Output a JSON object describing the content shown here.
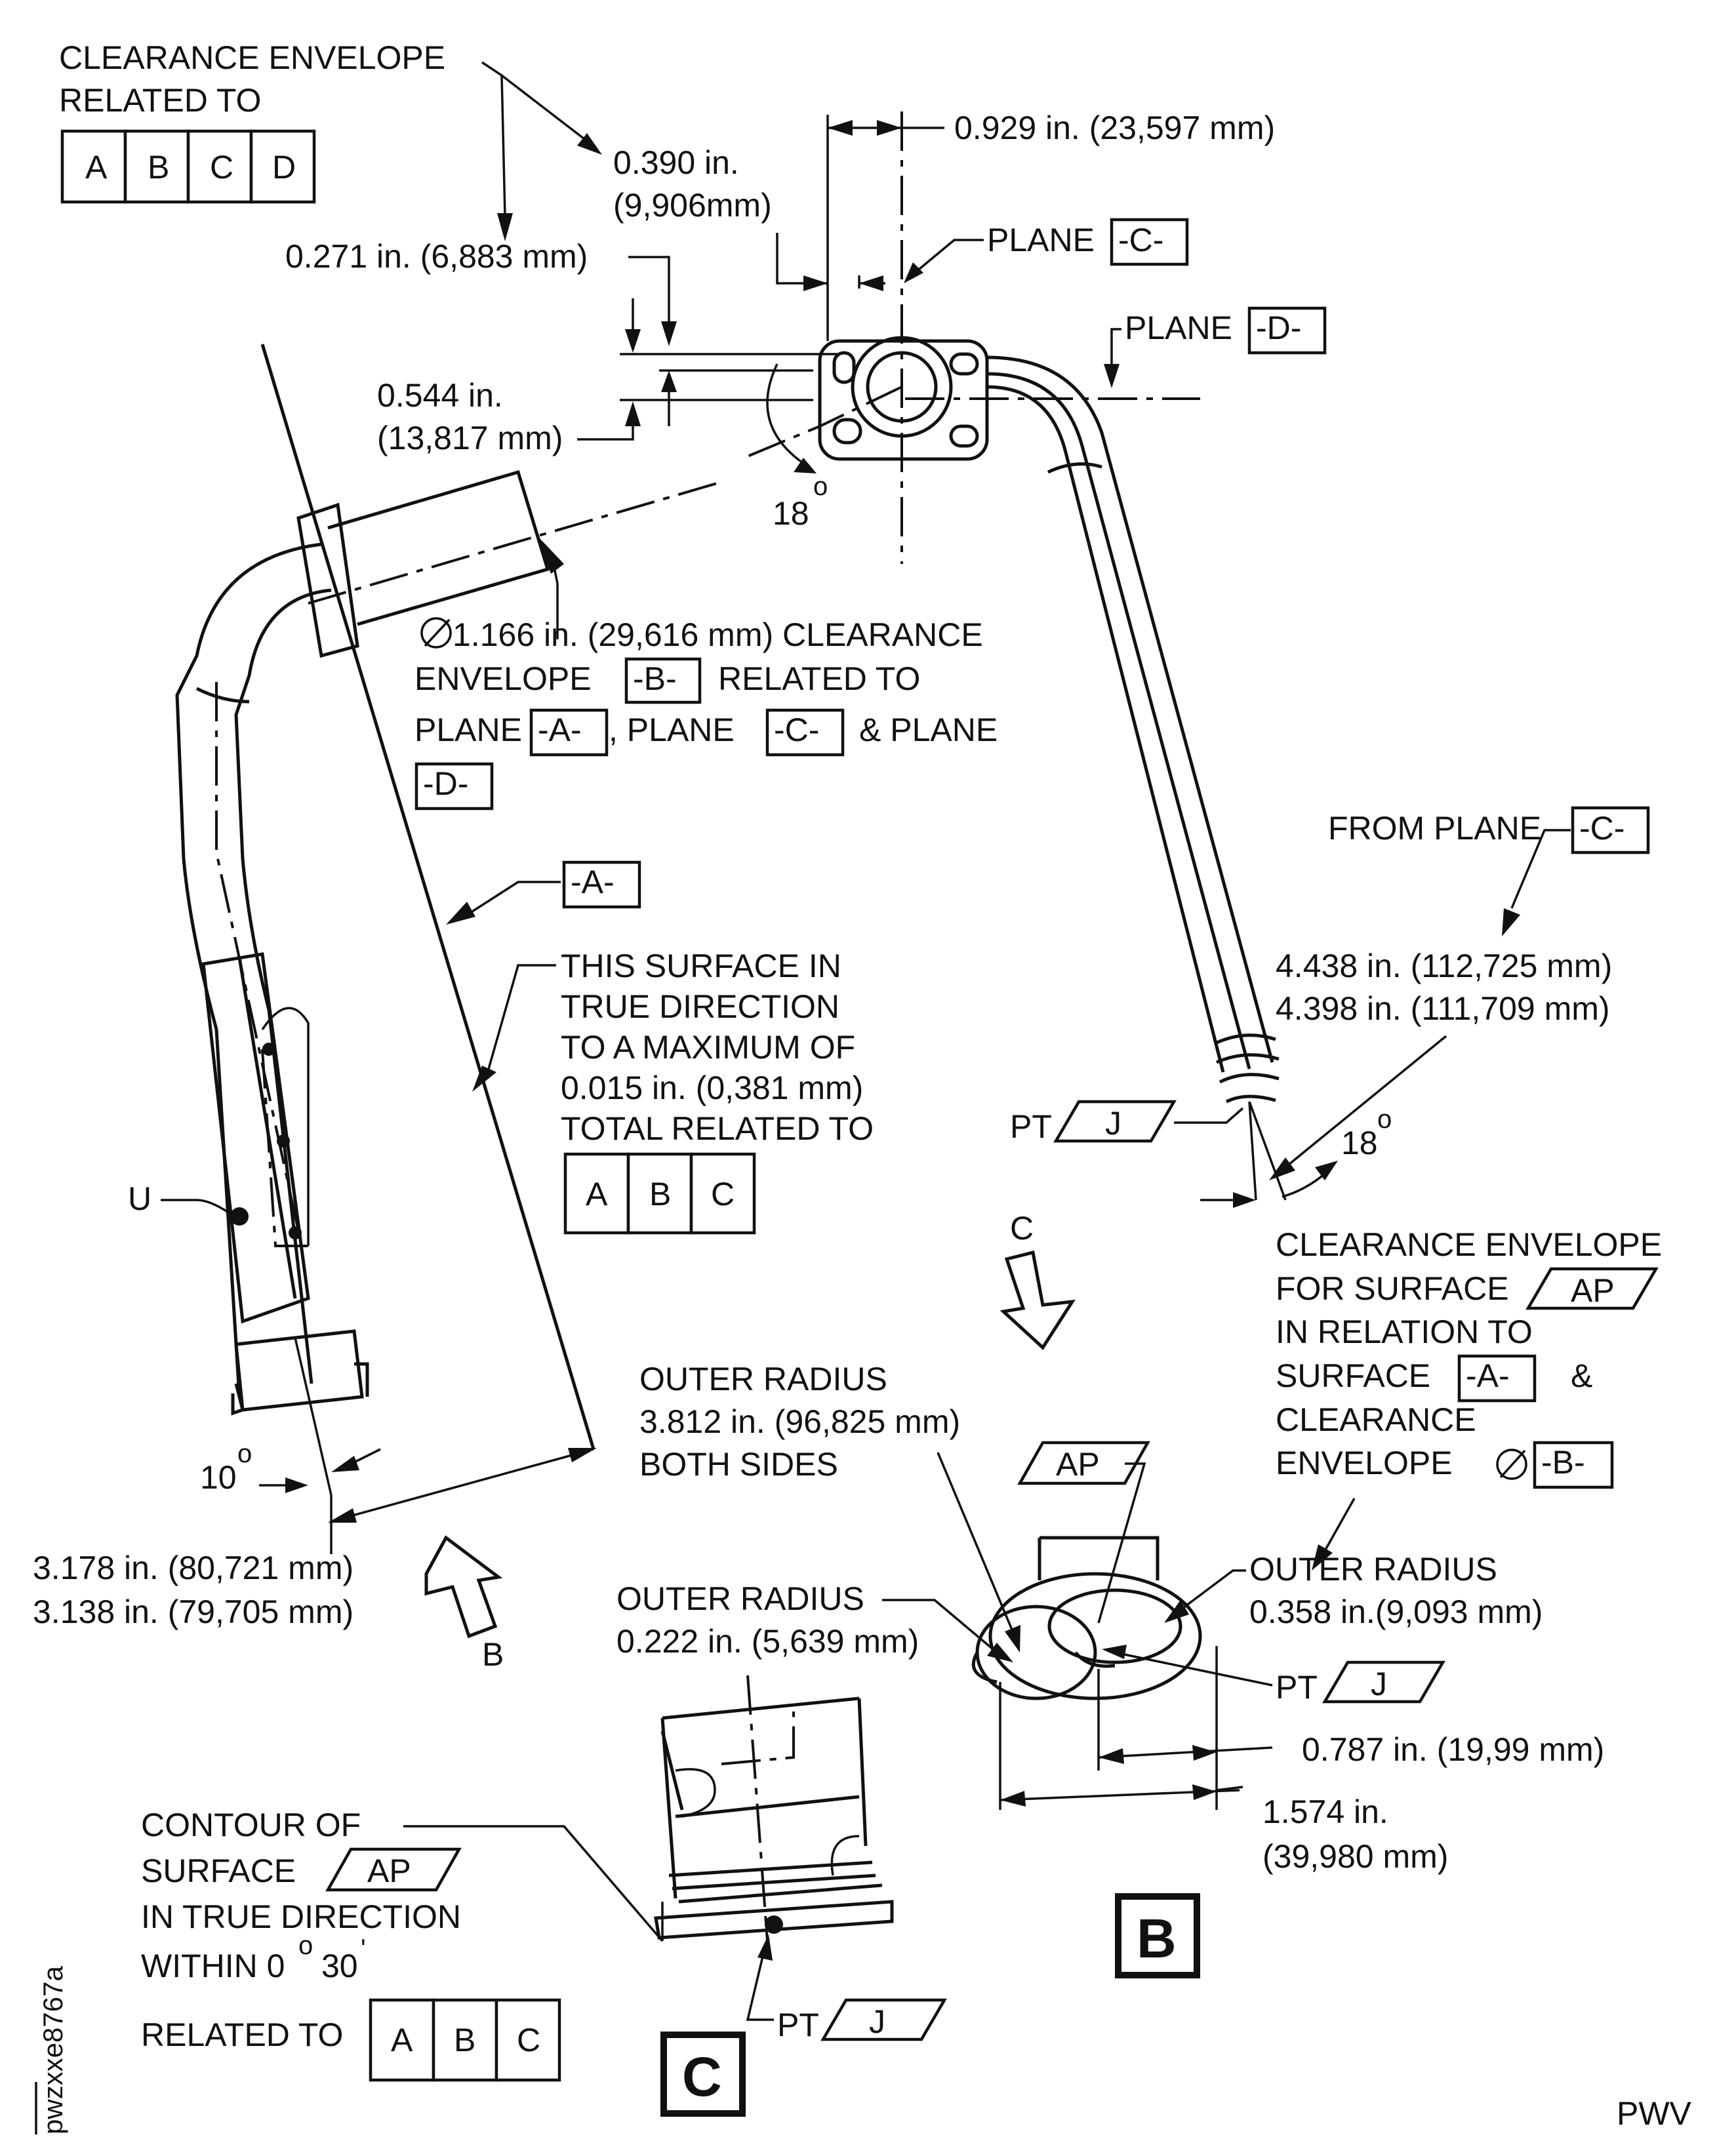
{
  "callouts": {
    "clearance_envelope_top": [
      "CLEARANCE ENVELOPE",
      "RELATED TO"
    ],
    "datum_boxes_top": [
      "A",
      "B",
      "C",
      "D"
    ],
    "dim_0929": "0.929 in. (23,597 mm)",
    "dim_0390": [
      "0.390 in.",
      "(9,906mm)"
    ],
    "plane_c": {
      "label": "PLANE",
      "datum": "-C-"
    },
    "dim_0271": "0.271 in. (6,883 mm)",
    "plane_d": {
      "label": "PLANE",
      "datum": "-D-"
    },
    "dim_0544": [
      "0.544 in.",
      "(13,817 mm)"
    ],
    "angle_18_top": {
      "value": "18",
      "unit": "o"
    },
    "clearance_b": {
      "line1": "1.166 in. (29,616 mm) CLEARANCE",
      "line2_pre": "ENVELOPE",
      "line2_datum": "-B-",
      "line2_post": "RELATED TO",
      "line3_a": "PLANE",
      "datum_a": "-A-",
      "line3_b": ", PLANE",
      "datum_c": "-C-",
      "line3_c": "& PLANE",
      "datum_d": "-D-"
    },
    "datum_a_flag": "-A-",
    "surface_note": [
      "THIS SURFACE IN",
      "TRUE DIRECTION",
      "TO A MAXIMUM OF",
      "0.015 in. (0,381 mm)",
      "TOTAL RELATED TO"
    ],
    "datum_boxes_mid": [
      "A",
      "B",
      "C"
    ],
    "from_plane": {
      "label": "FROM PLANE",
      "datum": "-C-"
    },
    "dim_4438": "4.438 in. (112,725 mm)",
    "dim_4398": "4.398 in. (111,709 mm)",
    "pt_j_right": {
      "label": "PT",
      "value": "J"
    },
    "angle_18_right": {
      "value": "18",
      "unit": "o"
    },
    "u_label": "U",
    "view_c_arrow": "C",
    "clearance_ap": {
      "line1": "CLEARANCE ENVELOPE",
      "line2": "FOR SURFACE",
      "surface": "AP",
      "line3": "IN RELATION TO",
      "line4": "SURFACE",
      "datum_a": "-A-",
      "amp": "&",
      "line5": "CLEARANCE",
      "line6": "ENVELOPE",
      "datum_b": "-B-"
    },
    "outer_radius_3812": [
      "OUTER RADIUS",
      "3.812 in. (96,825 mm)",
      "BOTH SIDES"
    ],
    "ap_label": "AP",
    "angle_10": {
      "value": "10",
      "unit": "o"
    },
    "dim_3178": "3.178 in. (80,721 mm)",
    "dim_3138": "3.138 in. (79,705 mm)",
    "view_b_arrow": "B",
    "outer_radius_0222": [
      "OUTER RADIUS",
      "0.222 in. (5,639 mm)"
    ],
    "outer_radius_0358": [
      "OUTER RADIUS",
      "0.358 in.(9,093 mm)"
    ],
    "pt_j_b": {
      "label": "PT",
      "value": "J"
    },
    "dim_0787": "0.787 in. (19,99 mm)",
    "dim_1574": [
      "1.574 in.",
      "(39,980 mm)"
    ],
    "contour": {
      "line1": "CONTOUR OF",
      "line2": "SURFACE",
      "surface": "AP",
      "line3": "IN TRUE DIRECTION",
      "line4_a": "WITHIN 0",
      "deg": "o",
      "line4_b": "30",
      "min": "'",
      "line5": "RELATED TO"
    },
    "datum_boxes_bottom": [
      "A",
      "B",
      "C"
    ],
    "pt_j_c": {
      "label": "PT",
      "value": "J"
    },
    "view_b_label": "B",
    "view_c_label": "C",
    "figure_id": "pwzxxe8767a",
    "footer": "PWV"
  }
}
